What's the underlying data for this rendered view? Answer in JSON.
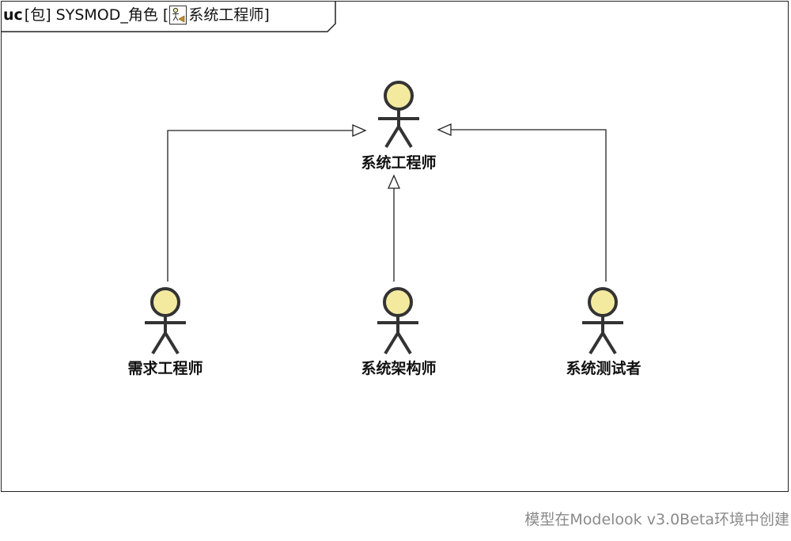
{
  "frame": {
    "keyword": "uc",
    "label_rest": "[包] SYSMOD_角色 [",
    "label_icon": "actor-icon",
    "label_end": "系统工程师]"
  },
  "actors": [
    {
      "id": "sys-eng",
      "name": "系统工程师"
    },
    {
      "id": "req-eng",
      "name": "需求工程师"
    },
    {
      "id": "sys-arch",
      "name": "系统架构师"
    },
    {
      "id": "sys-test",
      "name": "系统测试者"
    }
  ],
  "generalizations": [
    {
      "from": "req-eng",
      "to": "sys-eng"
    },
    {
      "from": "sys-arch",
      "to": "sys-eng"
    },
    {
      "from": "sys-test",
      "to": "sys-eng"
    }
  ],
  "footer": {
    "text": "模型在Modelook v3.0Beta环境中创建"
  },
  "colors": {
    "actor_head_fill": "#f3eaa0",
    "stroke": "#333333",
    "frame": "#222222",
    "footer_text": "#8a8a8a"
  }
}
